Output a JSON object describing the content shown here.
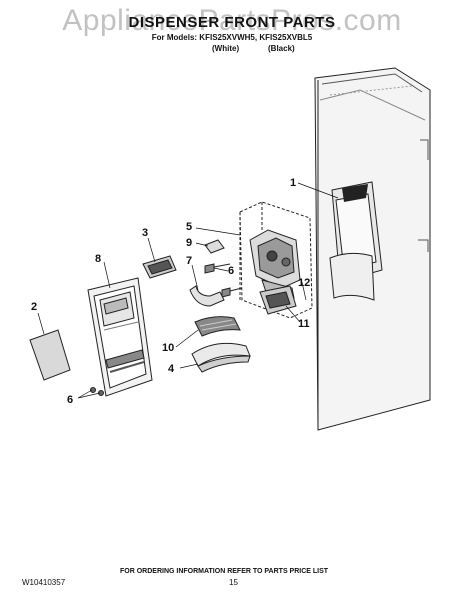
{
  "header": {
    "watermark": "AppliancePartsPros.com",
    "title": "DISPENSER FRONT PARTS",
    "models_line": "For Models: KFIS25XVWH5, KFIS25XVBL5",
    "color_white": "(White)",
    "color_black": "(Black)"
  },
  "callouts": [
    "1",
    "2",
    "3",
    "4",
    "5",
    "6",
    "6",
    "7",
    "8",
    "9",
    "10",
    "11",
    "12"
  ],
  "footer": {
    "doc_number": "W10410357",
    "ordering_note": "FOR ORDERING INFORMATION REFER TO PARTS PRICE LIST",
    "page_number": "15"
  }
}
